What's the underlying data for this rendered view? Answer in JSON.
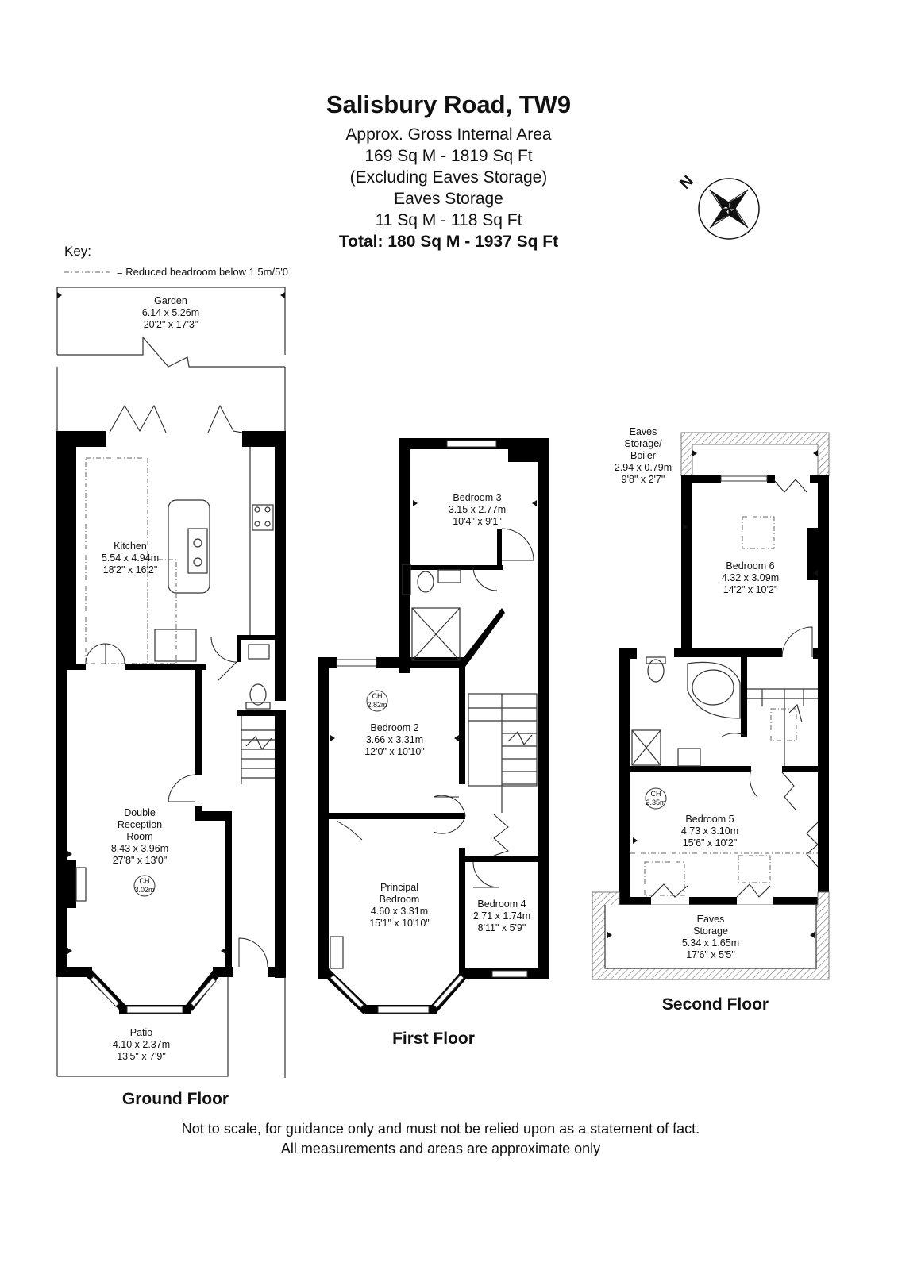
{
  "header": {
    "title": "Salisbury Road, TW9",
    "lines": [
      "Approx. Gross Internal Area",
      "169 Sq M -  1819 Sq Ft",
      "(Excluding Eaves Storage)",
      "Eaves Storage",
      "11 Sq M -  118 Sq Ft"
    ],
    "total": "Total: 180 Sq M -  1937 Sq Ft"
  },
  "compass": {
    "label": "N"
  },
  "key": {
    "title": "Key:",
    "item": "= Reduced headroom below 1.5m/5'0"
  },
  "floors": {
    "ground": "Ground Floor",
    "first": "First Floor",
    "second": "Second Floor"
  },
  "rooms": {
    "garden": {
      "name": "Garden",
      "metric": "6.14 x 5.26m",
      "imperial": "20'2\" x 17'3\""
    },
    "kitchen": {
      "name": "Kitchen",
      "metric": "5.54 x 4.94m",
      "imperial": "18'2\" x 16'2\""
    },
    "reception": {
      "name1": "Double",
      "name2": "Reception",
      "name3": "Room",
      "metric": "8.43 x 3.96m",
      "imperial": "27'8\" x 13'0\""
    },
    "patio": {
      "name": "Patio",
      "metric": "4.10 x 2.37m",
      "imperial": "13'5\" x 7'9\""
    },
    "bedroom3": {
      "name": "Bedroom 3",
      "metric": "3.15 x 2.77m",
      "imperial": "10'4\" x 9'1\""
    },
    "bedroom2": {
      "name": "Bedroom 2",
      "metric": "3.66 x 3.31m",
      "imperial": "12'0\" x 10'10\""
    },
    "principal": {
      "name1": "Principal",
      "name2": "Bedroom",
      "metric": "4.60 x 3.31m",
      "imperial": "15'1\" x 10'10\""
    },
    "bedroom4": {
      "name": "Bedroom 4",
      "metric": "2.71 x 1.74m",
      "imperial": "8'11\" x 5'9\""
    },
    "eavesBoiler": {
      "name1": "Eaves",
      "name2": "Storage/",
      "name3": "Boiler",
      "metric": "2.94 x 0.79m",
      "imperial": "9'8\" x 2'7\""
    },
    "bedroom6": {
      "name": "Bedroom 6",
      "metric": "4.32 x 3.09m",
      "imperial": "14'2\" x 10'2\""
    },
    "bedroom5": {
      "name": "Bedroom 5",
      "metric": "4.73 x 3.10m",
      "imperial": "15'6\" x 10'2\""
    },
    "eavesStorage": {
      "name1": "Eaves",
      "name2": "Storage",
      "metric": "5.34 x 1.65m",
      "imperial": "17'6\" x 5'5\""
    }
  },
  "ceiling_heights": {
    "label": "CH",
    "reception": "3.02m",
    "bedroom2": "2.82m",
    "bedroom5": "2.35m"
  },
  "disclaimer": {
    "line1": "Not to scale, for guidance only and must not be relied upon as a statement of fact.",
    "line2": "All measurements and areas are approximate only"
  }
}
